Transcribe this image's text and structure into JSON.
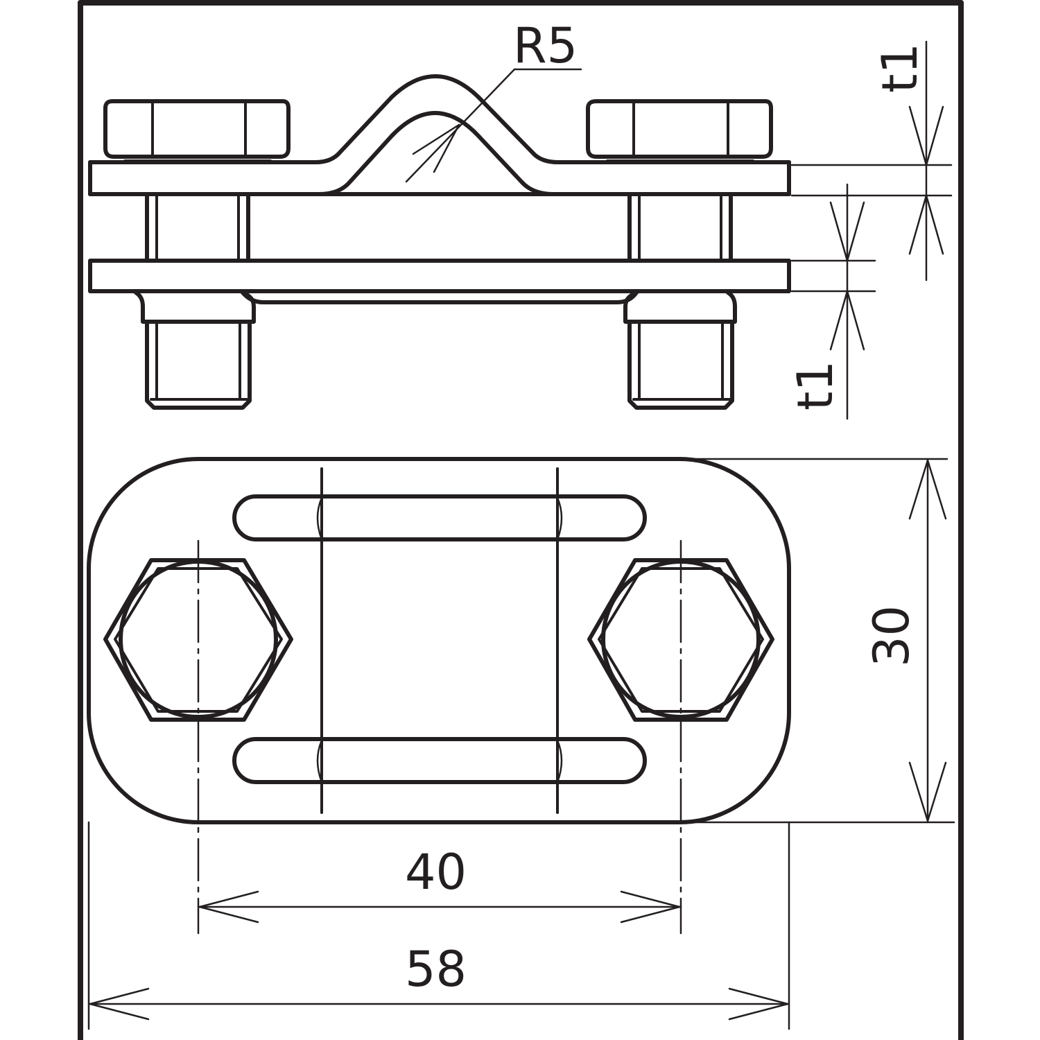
{
  "labels": {
    "radius": "R5",
    "thickness_top": "t1",
    "thickness_bottom": "t1",
    "height": "30",
    "hole_spacing": "40",
    "overall_length": "58"
  },
  "colors": {
    "line": "#231f20",
    "background": "#ffffff"
  }
}
